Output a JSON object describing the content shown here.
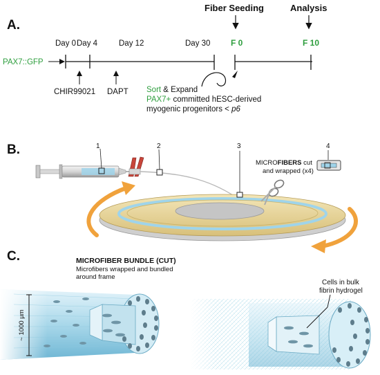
{
  "panel_a": {
    "label": "A.",
    "fiber_seeding": "Fiber Seeding",
    "analysis": "Analysis",
    "reporter": "PAX7::GFP",
    "days": [
      "Day 0",
      "Day 4",
      "Day 12",
      "Day 30"
    ],
    "f0": "F 0",
    "f10": "F 10",
    "chir": "CHIR99021",
    "dapt": "DAPT",
    "sort_word": "Sort",
    "expand_text": " & Expand",
    "pax7_plus": "PAX7+",
    "committed": " committed hESC-derived",
    "progenitors": "myogenic progenitors < ",
    "passage": "p6"
  },
  "panel_b": {
    "label": "B.",
    "markers": [
      "1",
      "2",
      "3",
      "4"
    ],
    "micro": "MICRO",
    "fibers": "FIBERS",
    "cut": " cut",
    "wrapped": "and wrapped (x4)"
  },
  "panel_c": {
    "label": "C.",
    "title": "MICROFIBER  BUNDLE (CUT)",
    "sub1": "Microfibers wrapped and bundled",
    "sub2": "around frame",
    "scale": "~ 1000 µm",
    "cells1": "Cells in bulk",
    "cells2": "fibrin hydrogel"
  },
  "colors": {
    "green": "#2e9e3e",
    "orange": "#f0a23c",
    "disk": "#e7d59a",
    "ring": "#9fd4ea",
    "bundle": "#a9d8ea"
  }
}
